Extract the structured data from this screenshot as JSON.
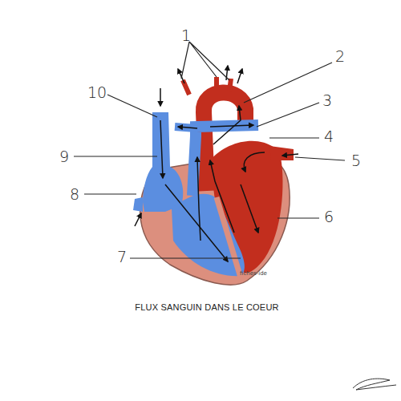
{
  "diagram": {
    "title": "FLUX SANGUIN DANS LE COEUR",
    "labels": [
      "1",
      "2",
      "3",
      "4",
      "5",
      "6",
      "7",
      "8",
      "9",
      "10",
      "fiches-ide"
    ]
  }
}
